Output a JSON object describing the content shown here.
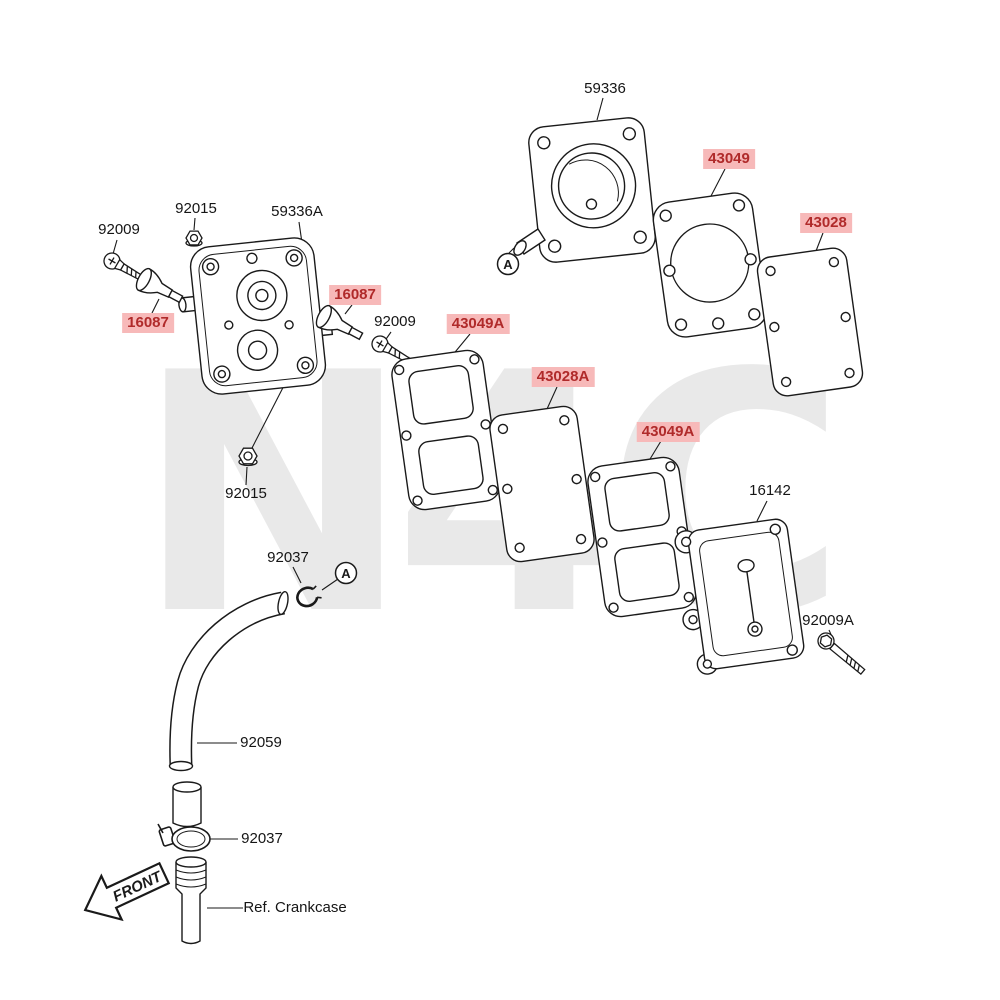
{
  "watermark": {
    "text": "N4C"
  },
  "front_arrow": {
    "label": "FRONT"
  },
  "marker_a": "A",
  "labels": [
    {
      "text": "92009",
      "highlighted": false
    },
    {
      "text": "92015",
      "highlighted": false
    },
    {
      "text": "59336A",
      "highlighted": false
    },
    {
      "text": "16087",
      "highlighted": true
    },
    {
      "text": "16087",
      "highlighted": true
    },
    {
      "text": "92009",
      "highlighted": false
    },
    {
      "text": "59336",
      "highlighted": false
    },
    {
      "text": "43049",
      "highlighted": true
    },
    {
      "text": "43028",
      "highlighted": true
    },
    {
      "text": "43049A",
      "highlighted": true
    },
    {
      "text": "43028A",
      "highlighted": true
    },
    {
      "text": "43049A",
      "highlighted": true
    },
    {
      "text": "16142",
      "highlighted": false
    },
    {
      "text": "92009A",
      "highlighted": false
    },
    {
      "text": "92015",
      "highlighted": false
    },
    {
      "text": "92037",
      "highlighted": false
    },
    {
      "text": "92059",
      "highlighted": false
    },
    {
      "text": "92037",
      "highlighted": false
    },
    {
      "text": "Ref. Crankcase",
      "highlighted": false
    }
  ]
}
